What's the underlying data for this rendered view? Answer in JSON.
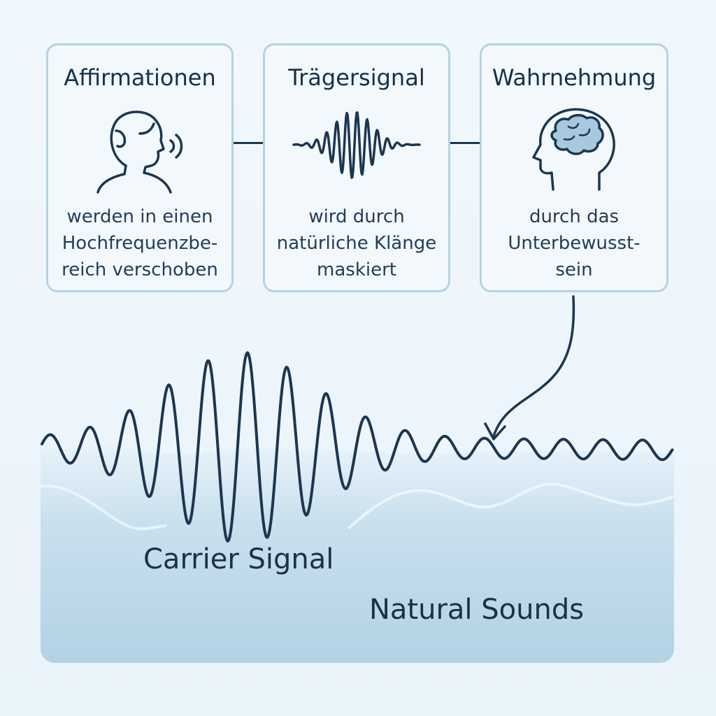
{
  "cards": [
    {
      "title": "Affirmationen",
      "icon": "speaking-head-icon",
      "lines": [
        "werden in einen",
        "Hochfrequenzbe-",
        "reich verschoben"
      ]
    },
    {
      "title": "Trägersignal",
      "icon": "waveform-icon",
      "lines": [
        "wird durch",
        "natürliche Klänge",
        "maskiert"
      ]
    },
    {
      "title": "Wahrnehmung",
      "icon": "head-brain-icon",
      "lines": [
        "durch das",
        "Unterbewusst-",
        "sein"
      ]
    }
  ],
  "labels": {
    "carrier": "Carrier Signal",
    "natural": "Natural Sounds"
  },
  "colors": {
    "line": "#1d3650",
    "card_border": "#b7d2e2",
    "panel_top": "#e3f0f8",
    "panel_bottom": "#b6d4e5"
  }
}
